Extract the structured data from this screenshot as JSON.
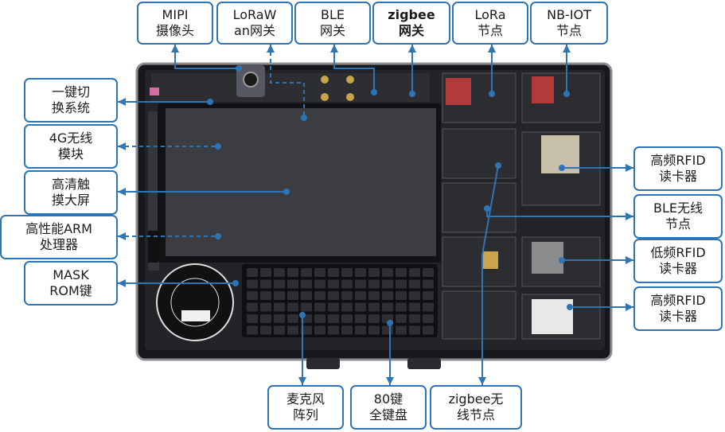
{
  "labels": {
    "mipi_camera": "MIPI\n摄像头",
    "lorawan_gateway": "LoRaW\nan网关",
    "ble_gateway": "BLE\n网关",
    "zigbee_gateway": "zigbee\n网关",
    "lora_node": "LoRa\n节点",
    "nbiot_node": "NB-IOT\n节点",
    "one_key_switch": "一键切\n换系统",
    "module_4g": "4G无线\n模块",
    "hd_touchscreen": "高清触\n摸大屏",
    "arm_processor": "高性能ARM\n处理器",
    "mask_rom_key": "MASK\nROM键",
    "hf_rfid_reader_1": "高频RFID\n读卡器",
    "ble_node": "BLE无线\n节点",
    "lf_rfid_reader": "低频RFID\n读卡器",
    "hf_rfid_reader_2": "高频RFID\n读卡器",
    "mic_array": "麦克风\n阵列",
    "keyboard_80": "80键\n全键盘",
    "zigbee_node": "zigbee无\n线节点"
  },
  "colors": {
    "accent": "#2e75b6",
    "case": "#1e1f22",
    "screen": "#3a3c42",
    "pcb": "#2a2c30"
  }
}
